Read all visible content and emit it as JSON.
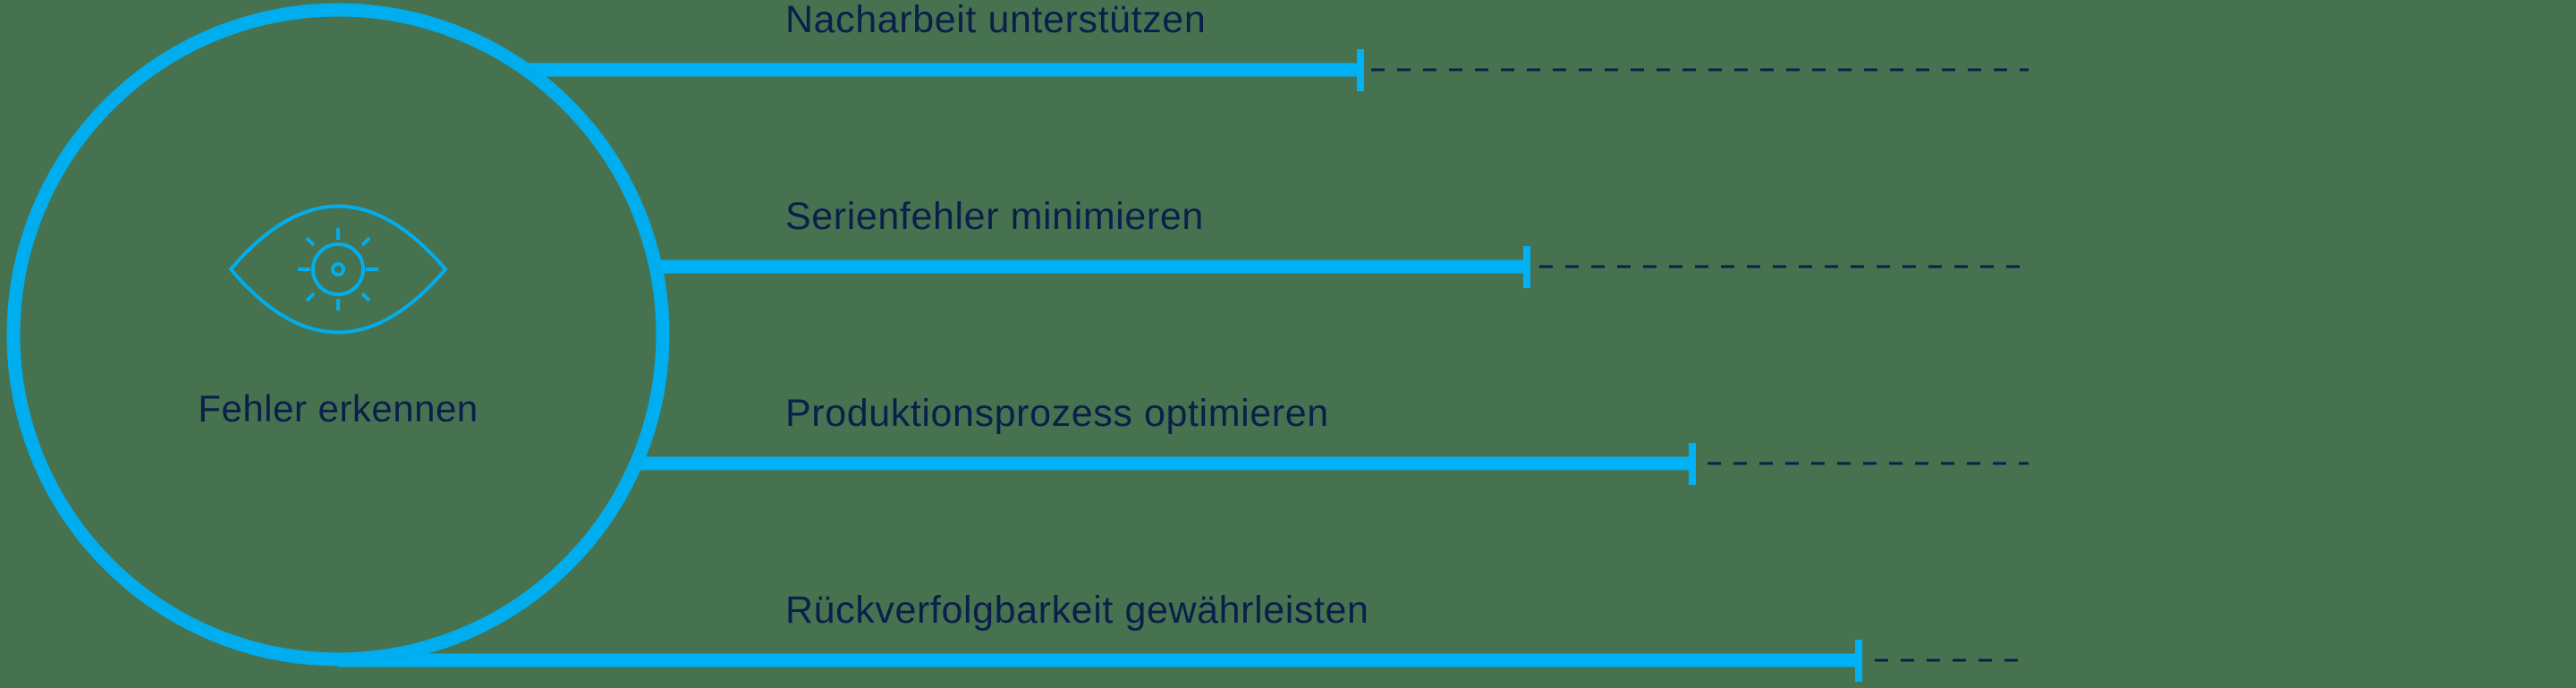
{
  "colors": {
    "background": "#47724f",
    "circle_stroke": "#00aeef",
    "solid_line": "#00b2f5",
    "dashed_line": "#0b1f4b",
    "text": "#0b1f4b",
    "icon_stroke": "#00aeef"
  },
  "center": {
    "label": "Fehler erkennen",
    "icon": "eye-icon"
  },
  "branches": [
    {
      "label": "Nacharbeit unterstützen"
    },
    {
      "label": "Serienfehler minimieren"
    },
    {
      "label": "Produktionsprozess optimieren"
    },
    {
      "label": "Rückverfolgbarkeit gewährleisten"
    }
  ]
}
